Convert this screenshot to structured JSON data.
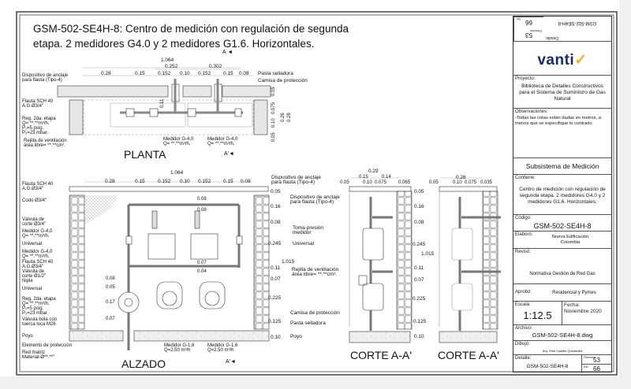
{
  "title": {
    "line1": "GSM-502-SE4H-8: Centro de medición con regulación de segunda",
    "line2": "etapa.  2 medidores G4.0 y 2 medidores G1.6. Horizontales."
  },
  "title_block": {
    "de_top": "66",
    "de_top_label": "De:",
    "plancha_top": "53",
    "plancha_top_label": "Plancha:",
    "detalle_top": "GSM-502-SE4H-8",
    "detalle_top_label": "Detalle:",
    "logo_text": "vanti",
    "logo_check": "✓",
    "proyecto_label": "Proyecto:",
    "proyecto": "Biblioteca de Detalles Constructivos para el Sistema de Suministro de Gas Natural",
    "observaciones_label": "Observaciones:",
    "observaciones": "-Todas las cotas están dadas en metros, a menos que se especifique lo contrario",
    "subsistema": "Subsistema de Medición",
    "contiene_label": "Contiene:",
    "contiene": "Centro de medición con regulación de segunda etapa. 2 medidores G4.0 y 2 medidores G1.6. Horizontales.",
    "codigo_label": "Código:",
    "codigo": "GSM-502-SE4H-8",
    "elaboro_label": "Elaboró:",
    "elaboro": "Nueva Edificación Colombia",
    "reviso_label": "Revisó:",
    "reviso": "Normativa Gestión de Red Gas",
    "aprobo_label": "Aprobó:",
    "aprobo": "Residencial y Pymes",
    "escala_label": "Escala:",
    "escala": "1:12.5",
    "fecha_label": "Fecha:",
    "fecha": "Noviembre 2020",
    "archivo_label": "Archivo:",
    "archivo": "GSM-502-SE4H-8.dwg",
    "dibujo_label": "Dibujó:",
    "dibujo": "Arq. Pilar Castillo Quintanilla",
    "detalle_label": "Detalle:",
    "detalle": "GSM-502-SE4H-8",
    "plancha_label": "Plancha:",
    "plancha": "53",
    "de_label": "De:",
    "de": "66"
  },
  "planta": {
    "name": "PLANTA",
    "section_a": "A ◄",
    "section_a2": "A'◄",
    "dim_total": "1.064",
    "dim_left": "0.252",
    "dim_right": "0.302",
    "dims": [
      "0.28",
      "0.15",
      "0.152",
      "0.10",
      "0.152",
      "0.15",
      "0.08"
    ],
    "vdims": [
      "0.05",
      "0.075",
      "0.10",
      "0.26",
      "0.28",
      "0.05",
      "0.11"
    ],
    "labels": {
      "anclaje1": "Dispositivo de anclaje",
      "anclaje2": "para flauta (Tipo-4)",
      "pasta": "Pasta selladora",
      "camisa": "Camisa de protección",
      "flauta1": "Flauta SCH 40",
      "flauta2": "A.G.Ø3/4\"",
      "reg1": "Reg. 2da. etapa",
      "reg2": "Q= **.**m³/h.",
      "reg3": "P₁=5 psig.",
      "reg4": "P₂=23 mbar.",
      "rejilla1": "Rejilla de ventilación",
      "rejilla2": "área libre=  **.**cm².",
      "med1a": "Medidor G-4,0",
      "med1b": "Q=  **.**m³/h.",
      "med2a": "Medidor G-4,0",
      "med2b": "Q=  **.**m³/h."
    }
  },
  "alzado": {
    "name": "ALZADO",
    "section_a2": "A'◄",
    "dim_total": "1.064",
    "dims": [
      "0.28",
      "0.15",
      "0.152",
      "0.10",
      "0.152",
      "0.15",
      "0.08"
    ],
    "right_dims": [
      "0.05",
      "0.16",
      "0.08",
      "0.245",
      "1.015",
      "0.11",
      "0.07",
      "0.225",
      "0.125",
      "0.10"
    ],
    "inner_dims": [
      "0.08",
      "0.08",
      "0.07",
      "0.04"
    ],
    "left_dims": [
      "0.08",
      "0.05",
      "0.17",
      "0.07"
    ],
    "left_labels": [
      "Flauta SCH 40",
      "A.G.Ø3/4\"",
      "Codo Ø3/4\"",
      "Válvula de",
      "corte Ø3/4\"",
      "Medidor G-4,0",
      "Q=  **.**m³/h.",
      "Universal",
      "Medidor G-4,0",
      "Q=  **.**m³/h.",
      "Flauta SCH 40",
      "A.G.Ø3/4\"",
      "Válvula de",
      "corte Ø1/2\"",
      "Niple",
      "Universal",
      "Reg. 2da. etapa",
      "Q=  **.**m³/h.",
      "P₁=5 psig.",
      "P₂=23 mbar.",
      "Válvula bola con",
      "tuerca loca M26",
      "Poyo",
      "Elemento de protección",
      "Red matriz",
      "Material-Ø**.**\""
    ],
    "right_labels": {
      "anclaje_a1": "Dispositivo de anclaje",
      "anclaje_a2": "para flauta (Tipo-4)",
      "anclaje_b1": "Dispositivo de anclaje",
      "anclaje_b2": "para flauta (Tipo-4)",
      "toma1": "Toma presión",
      "toma2": "medidor",
      "universal": "Universal",
      "rejilla1": "Rejilla de ventilación",
      "rejilla2": "área libre=  **.**cm².",
      "camisa": "Camisa de protección",
      "pasta": "Pasta selladora",
      "poyo": "Poyo"
    },
    "bottom_labels": {
      "med1a": "Medidor G-1,6",
      "med1b": "Q=2.50 m³/h",
      "med2a": "Medidor G-1,6",
      "med2b": "Q=2.50 m³/h"
    }
  },
  "corte1": {
    "name": "CORTE A-A'",
    "dim_total": "0.29",
    "dim_a": "0.15",
    "dim_b": "0.14",
    "dims": [
      "0.05",
      "0.10",
      "0.075",
      "0.065"
    ],
    "right_dims": [
      "0.05",
      "0.16",
      "0.08",
      "0.245",
      "1.015",
      "0.11",
      "0.07",
      "0.225",
      "0.125",
      "0.10"
    ]
  },
  "corte2": {
    "name": "CORTE A-A'",
    "dim_total": "0.26",
    "dims": [
      "0.05",
      "0.10",
      "0.075",
      "0.035"
    ]
  }
}
